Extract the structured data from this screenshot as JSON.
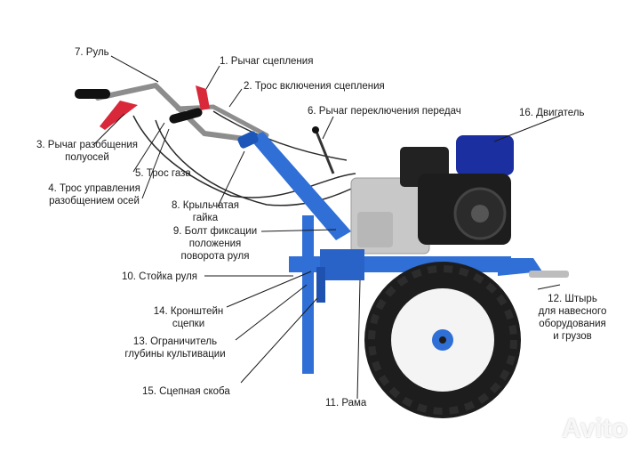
{
  "labels": {
    "l1": "1. Рычаг сцепления",
    "l2": "2. Трос включения сцепления",
    "l3": "3. Рычаг разобщения\nполуосей",
    "l4": "4. Трос управления\nразобщением осей",
    "l5": "5. Трос газа",
    "l6": "6. Рычаг переключения передач",
    "l7": "7. Руль",
    "l8": "8. Крыльчатая\nгайка",
    "l9": "9. Болт фиксации\nположения\nповорота руля",
    "l10": "10. Стойка руля",
    "l11": "11. Рама",
    "l12": "12. Штырь\nдля навесного\nоборудования\nи грузов",
    "l13": "13. Ограничитель\nглубины культивации",
    "l14": "14. Кронштейн\nсцепки",
    "l15": "15. Сцепная скоба",
    "l16": "16. Двигатель"
  },
  "watermark": "Avito",
  "colors": {
    "frame_blue": "#2f6fd6",
    "engine_blue": "#1c2fa0",
    "tire": "#1d1d1d",
    "rim": "#f4f4f4",
    "grip": "#111111",
    "lever_red": "#d8283a",
    "gearbox": "#c8c8c8"
  }
}
